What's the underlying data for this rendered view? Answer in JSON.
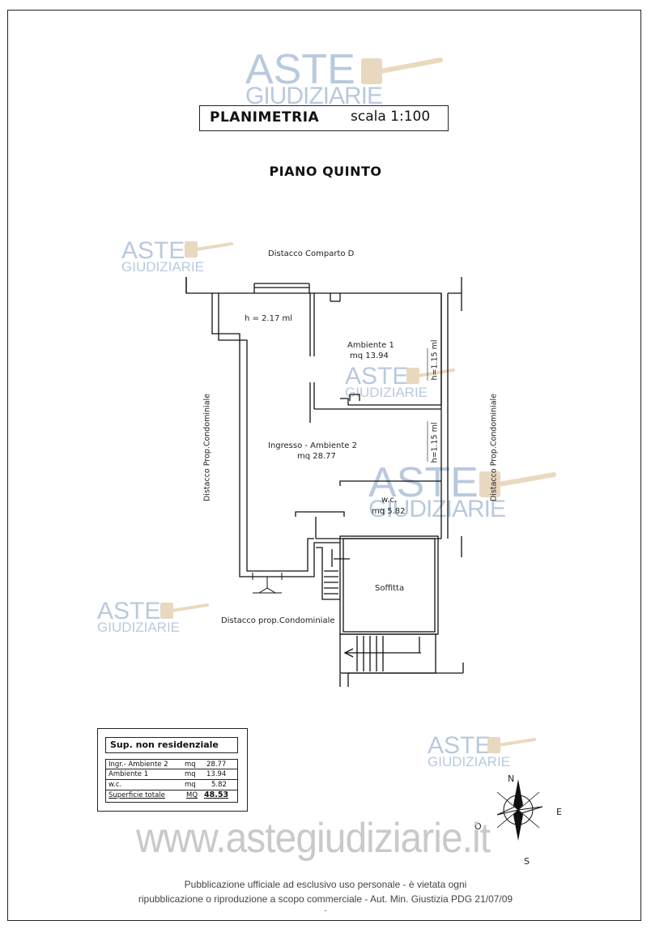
{
  "header": {
    "title": "PLANIMETRIA",
    "scale": "scala 1:100",
    "floor": "PIANO QUINTO"
  },
  "watermark": {
    "brand_line1": "ASTE",
    "brand_line2": "GIUDIZIARIE",
    "site": "www.astegiudiziarie.it"
  },
  "plan": {
    "top_label": "Distacco Comparto D",
    "left_label": "Distacco Prop.Condominiale",
    "right_label": "Distacco Prop.Condominiale",
    "bottom_label": "Distacco prop.Condominiale",
    "height_label": "h = 2.17 ml",
    "height_label_v1": "h=1.15 ml",
    "height_label_v2": "h=1.15 ml",
    "rooms": [
      {
        "name": "Ambiente 1",
        "area": "mq 13.94"
      },
      {
        "name": "Ingresso - Ambiente 2",
        "area": "mq 28.77"
      },
      {
        "name": "w.c.",
        "area": "mq 5.82"
      },
      {
        "name": "Soffitta",
        "area": ""
      }
    ]
  },
  "table": {
    "heading": "Sup. non residenziale",
    "rows": [
      {
        "name": "Ingr.- Ambiente 2",
        "unit": "mq",
        "value": "28.77"
      },
      {
        "name": "Ambiente 1",
        "unit": "mq",
        "value": "13.94"
      },
      {
        "name": "w.c.",
        "unit": "mq",
        "value": "5.82"
      }
    ],
    "total": {
      "name": "Superficie totale",
      "unit": "MQ",
      "value": "48.53"
    }
  },
  "compass": {
    "n": "N",
    "e": "E",
    "s": "S",
    "o": "O"
  },
  "footer": {
    "line1": "Pubblicazione ufficiale ad esclusivo uso personale - è vietata ogni",
    "line2": "ripubblicazione o riproduzione a scopo commerciale - Aut. Min. Giustizia PDG 21/07/09",
    "mark": "-"
  }
}
